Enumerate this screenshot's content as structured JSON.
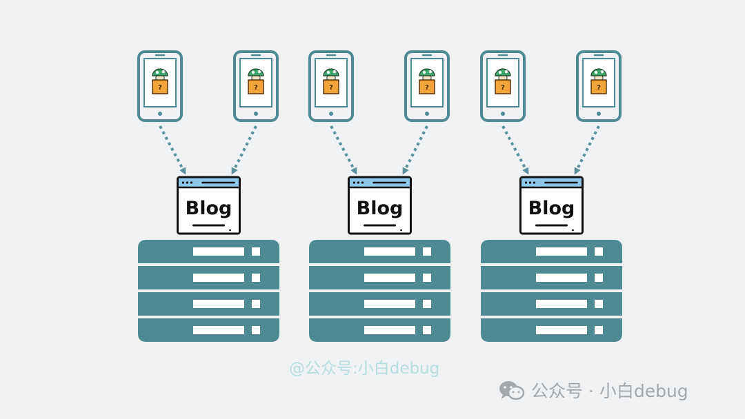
{
  "colors": {
    "background": "#eff1f3",
    "teal": "#4d8a93",
    "arrow": "#5a8f9c",
    "window_header": "#8ec6e8"
  },
  "blog": {
    "label": "Blog"
  },
  "clusters": [
    {
      "phones": 2,
      "blog_label_key": "blog.label",
      "server_units": 4
    },
    {
      "phones": 2,
      "blog_label_key": "blog.label",
      "server_units": 4
    },
    {
      "phones": 2,
      "blog_label_key": "blog.label",
      "server_units": 4
    }
  ],
  "icons": {
    "phone": "smartphone-icon",
    "app": "mushroom-question-block-icon",
    "window": "browser-window-icon",
    "server": "server-rack-icon",
    "wechat": "wechat-icon"
  },
  "watermarks": {
    "center": "@公众号:小白debug",
    "corner": "公众号 · 小白debug"
  }
}
